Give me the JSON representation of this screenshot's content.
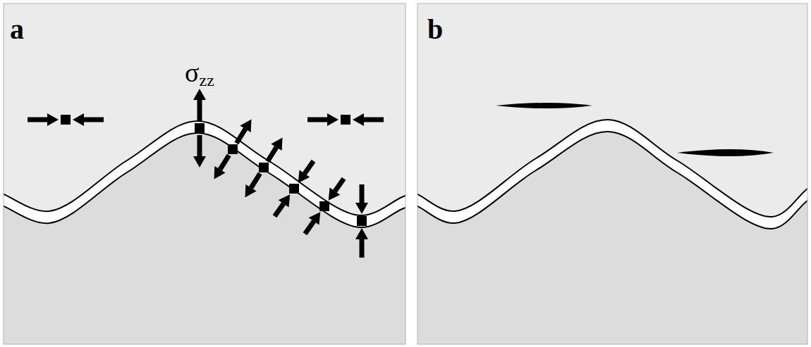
{
  "diagram": {
    "labels": [
      "a",
      "σzz",
      "b"
    ]
  }
}
